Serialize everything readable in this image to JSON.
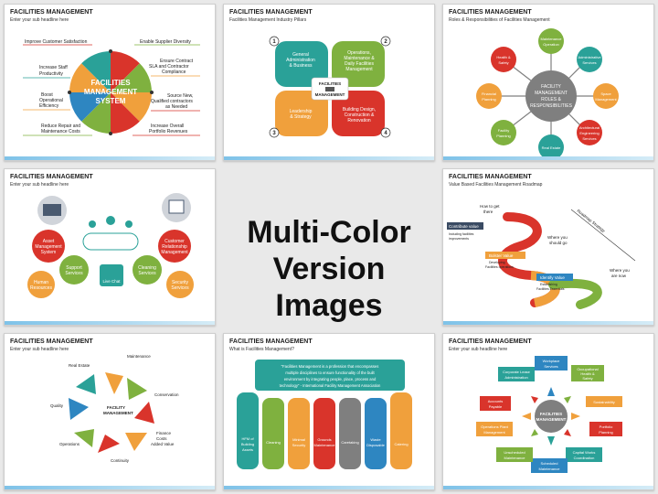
{
  "center_title": {
    "line1": "Multi-Color",
    "line2": "Version Images"
  },
  "colors": {
    "red": "#d9342b",
    "green": "#7fb13f",
    "orange": "#f0a03c",
    "blue": "#2e86c1",
    "teal": "#2aa198",
    "gray": "#7f7f7f",
    "purple": "#7a3e98",
    "yellow": "#e6b422"
  },
  "slides": [
    {
      "title": "FACILITIES MANAGEMENT",
      "subtitle": "Enter your sub headline here",
      "center": [
        "FACILITIES",
        "MANAGEMENT",
        "SYSTEM"
      ],
      "labels": [
        "Improve Customer Satisfaction",
        "Enable Supplier Diversity",
        "Increase Staff",
        "Productivity",
        "Ensure Contract",
        "SLA and Contractor",
        "Compliance",
        "Boost",
        "Operational",
        "Efficiency",
        "Source New,",
        "Qualified contractors",
        "as Needed",
        "Reduce Repair and",
        "Maintenance Costs",
        "Increase Overall",
        "Portfolio Revenues"
      ]
    },
    {
      "title": "FACILITIES MANAGEMENT",
      "subtitle": "Facilities Management Industry Pillars",
      "numbers": [
        "1",
        "2",
        "3",
        "4"
      ],
      "center": [
        "FACILITIES",
        "MANAGEMENT"
      ],
      "pillars": [
        [
          "General",
          "Administration",
          "& Business"
        ],
        [
          "Operations,",
          "Maintenance &",
          "Daily Facilities",
          "Management"
        ],
        [
          "Leadership",
          "& Strategy"
        ],
        [
          "Building Design,",
          "Construction &",
          "Renovation"
        ]
      ]
    },
    {
      "title": "FACILITIES MANAGEMENT",
      "subtitle": "Roles & Responsibilities of Facilities Management",
      "center": [
        "FACILITY",
        "MANAGEMENT",
        "ROLES &",
        "RESPONSIBILITIES"
      ],
      "roles": [
        [
          "Maintenance",
          "Operation"
        ],
        [
          "Administrative",
          "Services"
        ],
        [
          "Space",
          "Management"
        ],
        [
          "Architectural",
          "Engineering",
          "Services"
        ],
        [
          "Real Estate"
        ],
        [
          "Facility",
          "Planning"
        ],
        [
          "Financial",
          "Planning"
        ],
        [
          "Health &",
          "Safety"
        ]
      ]
    },
    {
      "title": "FACILITIES MANAGEMENT",
      "subtitle": "Enter your sub headline here",
      "items": [
        [
          "Asset",
          "Management",
          "System"
        ],
        [
          "Customer",
          "Relationship",
          "Management"
        ],
        [
          "Support",
          "Services"
        ],
        [
          "Cleaning",
          "Services"
        ],
        [
          "Human",
          "Resources"
        ],
        [
          "Security",
          "Services"
        ],
        [
          "Live Chat"
        ]
      ]
    },
    {
      "title": "FACILITIES MANAGEMENT",
      "subtitle": "Value Based Facilities Management Roadmap",
      "labels": [
        "How to get",
        "there",
        "Contribute value",
        "Including facilities",
        "improvements",
        "Where you",
        "should go",
        "Roadmap Strategy",
        "Bolster Value",
        "Developing",
        "Facilities operations",
        "Identify Value",
        "Establishing",
        "Facilities Essentials",
        "Where you",
        "are now"
      ]
    },
    {
      "title": "FACILITIES MANAGEMENT",
      "subtitle": "Enter your sub headline here",
      "center": [
        "FACILITY",
        "MANAGEMENT"
      ],
      "labels": [
        "Real Estate",
        "Maintenance",
        "Conservation",
        "Quality",
        "Finance",
        "Costs",
        "Added Value",
        "Operations",
        "Continuity"
      ]
    },
    {
      "title": "FACILITIES MANAGEMENT",
      "subtitle": "What is Facilities Management?",
      "quote": [
        "\"Facilities Management is a profession that encompasses",
        "multiple disciplines to ensure functionality of the built",
        "environment by integrating people, place, process and",
        "technology\" - International Facility Management Association"
      ],
      "columns": [
        [
          "HFM of",
          "Building",
          "Assets"
        ],
        [
          "Cleaning"
        ],
        [
          "Minimal",
          "Security"
        ],
        [
          "Grounds",
          "Maintenance"
        ],
        [
          "Caretaking"
        ],
        [
          "Waste",
          "Disposable"
        ],
        [
          "Catering"
        ]
      ]
    },
    {
      "title": "FACILITIES MANAGEMENT",
      "subtitle": "Enter your sub headline here",
      "center": [
        "FACILITIES",
        "MANAGEMENT"
      ],
      "items": [
        [
          "Workplace",
          "Services"
        ],
        [
          "Occupational",
          "Health &",
          "Safety"
        ],
        [
          "Sustainability"
        ],
        [
          "Portfolio",
          "Planning"
        ],
        [
          "Capital Works",
          "Coordination"
        ],
        [
          "Scheduled",
          "Maintenance"
        ],
        [
          "Unscheduled",
          "Maintenance"
        ],
        [
          "Operations Plant",
          "Management"
        ],
        [
          "Accounts",
          "Payable"
        ],
        [
          "Corporate Lease",
          "Administration"
        ]
      ]
    }
  ]
}
